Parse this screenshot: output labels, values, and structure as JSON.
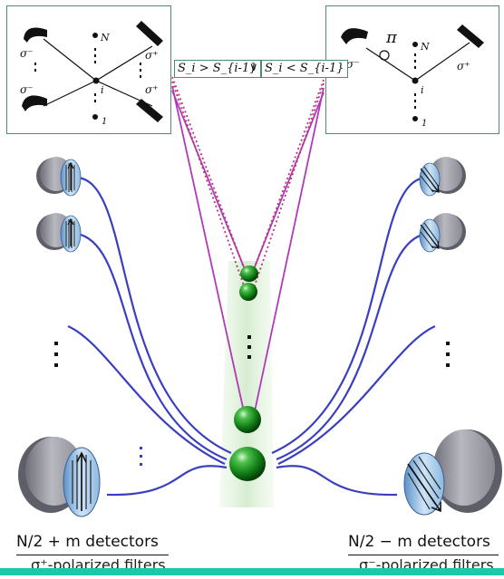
{
  "conditions": {
    "left": "S_i > S_{i-1}",
    "or": "∨",
    "right": "S_i < S_{i-1}"
  },
  "left_inset": {
    "labels": [
      "σ⁻",
      "σ⁻",
      "σ⁺",
      "σ⁺",
      "N",
      "i",
      "1"
    ]
  },
  "right_inset": {
    "labels": [
      "π",
      "σ⁻",
      "σ⁺",
      "N",
      "i",
      "1"
    ]
  },
  "captions": {
    "left_top": "N/2 + m detectors",
    "left_bottom": "σ⁺-polarized filters",
    "right_top": "N/2 − m detectors",
    "right_bottom": "σ⁻-polarized filters"
  },
  "colors": {
    "beam": "#e4f2df",
    "atom": "#1f8a1f",
    "fiber": "#3a3fc0",
    "photon_path": "#b03ab8",
    "photon_dotted": "#b8347a",
    "inset_border": "#4f8a75"
  }
}
